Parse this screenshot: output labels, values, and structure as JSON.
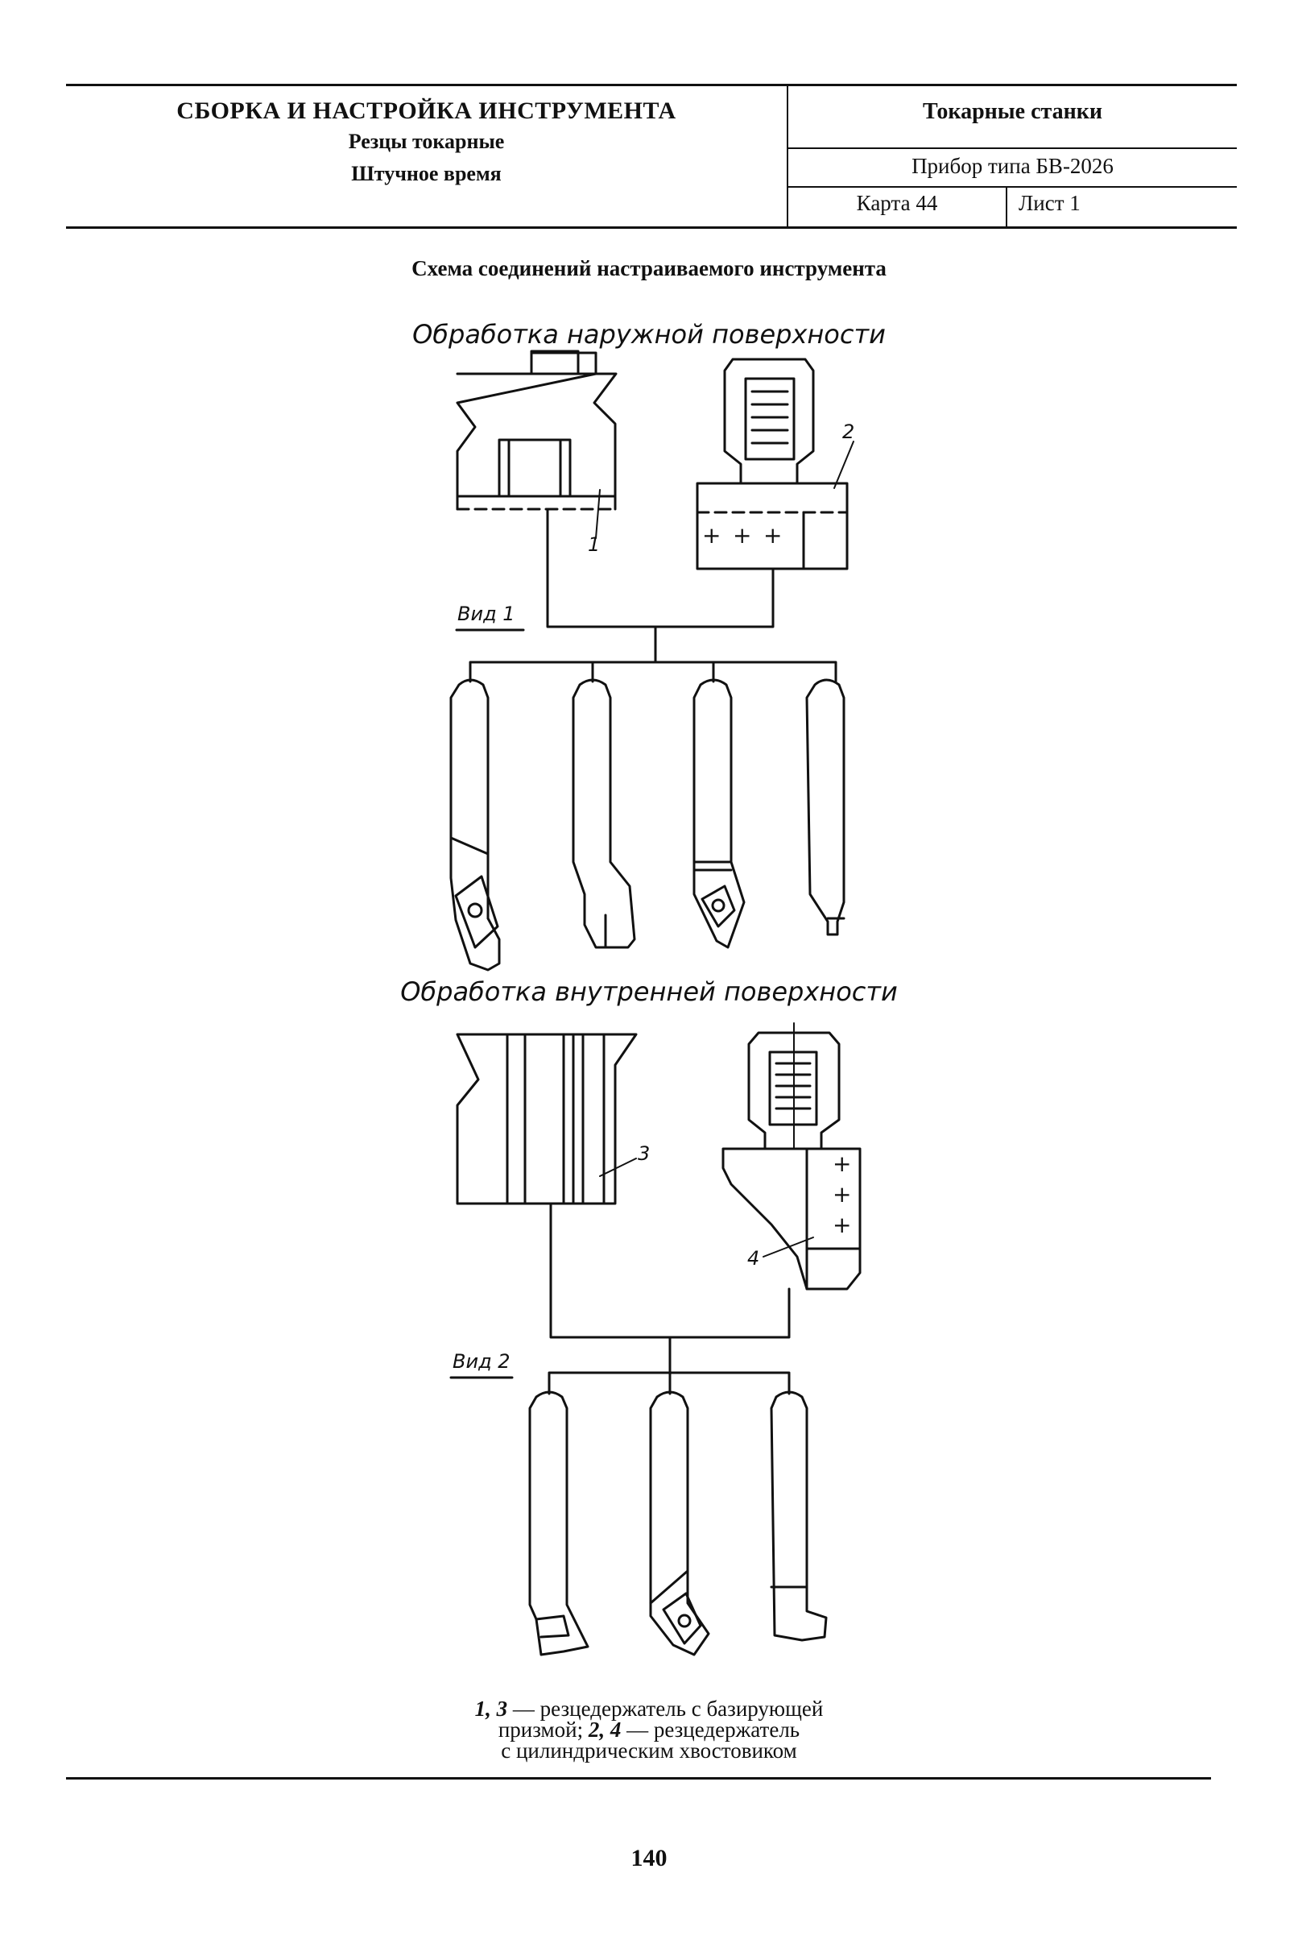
{
  "header": {
    "left_title": "СБОРКА И НАСТРОЙКА ИНСТРУМЕНТА",
    "left_sub1": "Резцы токарные",
    "left_sub2": "Штучное время",
    "right_title": "Токарные станки",
    "right_device": "Прибор типа БВ-2026",
    "right_card": "Карта 44",
    "right_sheet": "Лист 1"
  },
  "title": "Схема соединений настраиваемого инструмента",
  "section1": "Обработка наружной поверхности",
  "section2": "Обработка внутренней поверхности",
  "labels": {
    "n1": "1",
    "n2": "2",
    "n3": "3",
    "n4": "4",
    "view1": "Вид 1",
    "view2": "Вид 2",
    "plus": "+"
  },
  "caption": {
    "nums_a": "1, 3",
    "text_a": " — резцедержатель с базирующей",
    "text_b": "призмой; ",
    "nums_b": "2, 4",
    "text_c": " — резцедержатель",
    "text_d": "с цилиндрическим хвостовиком"
  },
  "page_number": "140"
}
